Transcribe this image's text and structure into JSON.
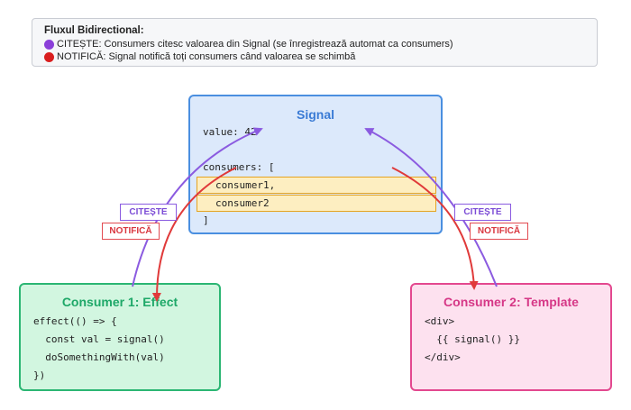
{
  "legend": {
    "title": "Fluxul Bidirectional:",
    "read_text": "CITEȘTE: Consumers citesc valoarea din Signal (se înregistrează automat ca consumers)",
    "notify_text": "NOTIFICĂ: Signal notifică toți consumers când valoarea se schimbă",
    "read_color": "#8b3fd9",
    "notify_color": "#d91e1e"
  },
  "signal": {
    "title": "Signal",
    "value_line": "value: 42",
    "consumers_open": "consumers: [",
    "consumer1": "consumer1,",
    "consumer2": "consumer2",
    "consumers_close": "]"
  },
  "consumer1": {
    "title": "Consumer 1: Effect",
    "code": [
      "effect(() => {",
      "  const val = signal()",
      "  doSomethingWith(val)",
      "})"
    ]
  },
  "consumer2": {
    "title": "Consumer 2: Template",
    "code": [
      "<div>",
      "  {{ signal() }}",
      "</div>"
    ]
  },
  "labels": {
    "read": "CITEȘTE",
    "notify": "NOTIFICĂ"
  },
  "colors": {
    "signal_border": "#4a8fe0",
    "consumer1_border": "#2bb673",
    "consumer2_border": "#e3488f",
    "read_arrow": "#8b5be0",
    "notify_arrow": "#e03a3a"
  }
}
